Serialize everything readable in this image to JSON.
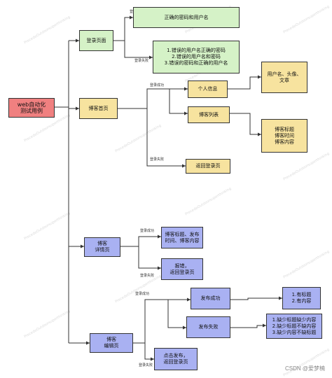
{
  "nodes": {
    "root": "web自动化\n测试用例",
    "login_page": "登录页面",
    "login_correct": "正确的密码和用户名",
    "login_wrong": "1.错误的用户名正确的密码\n2.错误的用户名和密码\n3.错误的密码和正确的用户名",
    "blog_home": "博客首页",
    "personal_info": "个人信息",
    "personal_info_detail": "用户名、头像、\n文章",
    "blog_list": "博客列表",
    "blog_list_detail": "博客标题\n博客时间\n博客内容",
    "back_to_login": "返回登录页",
    "blog_detail_page": "博客\n详情页",
    "detail_success": "博客标题、发布\n时间、博客内容",
    "detail_fail": "报错，\n返回登录页",
    "blog_edit_page": "博客\n编辑页",
    "publish_success": "发布成功",
    "publish_success_detail": "1.有标题\n2.有内容",
    "publish_fail": "发布失败",
    "publish_fail_detail": "1.缺少标题缺少内容\n2.缺少标题不缺内容\n3.缺少内容不缺标题",
    "edit_fail_result": "点击发布，\n返回登录页"
  },
  "edge_labels": {
    "login_success": "登录成功",
    "login_fail": "登录失败"
  },
  "watermark": "PrecedeOutdoorsuperthinking",
  "footer": "CSDN @爱梦楠",
  "colors": {
    "root": "#f08080",
    "login": "#d5f2c7",
    "home": "#f7e39f",
    "detail_edit": "#a9b1f2"
  }
}
